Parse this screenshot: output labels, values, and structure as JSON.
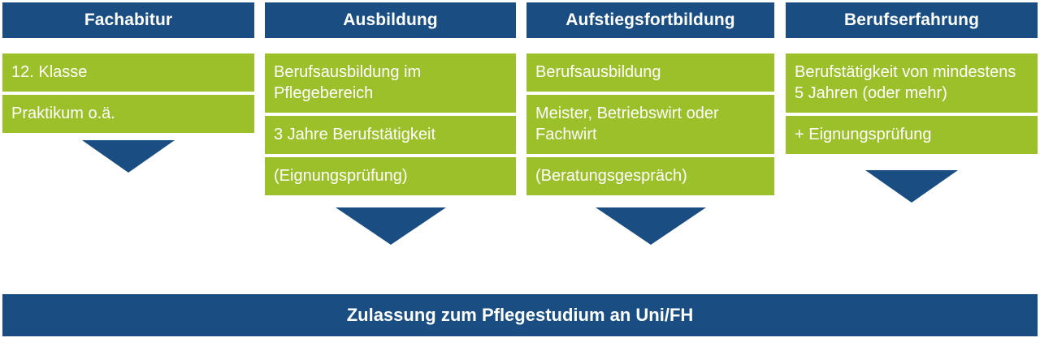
{
  "theme": {
    "header_color": "#1a4e82",
    "item_color": "#9cc02a",
    "arrow_color": "#1a4e82",
    "text_color": "#ffffff",
    "background_color": "#ffffff"
  },
  "columns": [
    {
      "header": "Fachabitur",
      "items": [
        "12. Klasse",
        "Praktikum o.ä."
      ],
      "arrow": "down-arrow"
    },
    {
      "header": "Ausbildung",
      "items": [
        "Berufsausbildung im Pflegebereich",
        "3 Jahre Berufstätigkeit",
        "(Eignungsprüfung)"
      ],
      "arrow": "down-arrow"
    },
    {
      "header": "Aufstiegsfortbildung",
      "items": [
        "Berufsausbildung",
        "Meister, Betriebswirt oder Fachwirt",
        "(Beratungsgespräch)"
      ],
      "arrow": "down-arrow"
    },
    {
      "header": "Berufserfahrung",
      "items": [
        "Berufstätigkeit von mindestens 5 Jahren (oder mehr)",
        "+ Eignungsprüfung"
      ],
      "arrow": "down-arrow"
    }
  ],
  "result": {
    "label": "Zulassung zum Pflegestudium an Uni/FH"
  }
}
